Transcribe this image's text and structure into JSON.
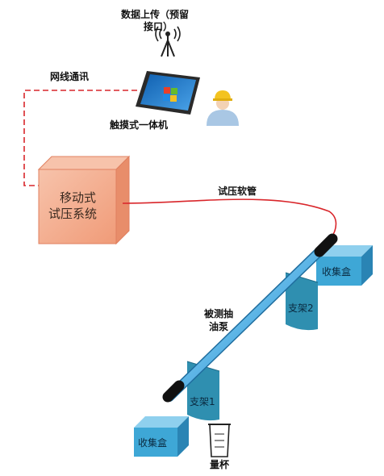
{
  "labels": {
    "upload_line1": "数据上传（预留",
    "upload_line2": "接口）",
    "network": "网线通讯",
    "tablet": "触摸式一体机",
    "system_line1": "移动式",
    "system_line2": "试压系统",
    "hose": "试压软管",
    "pump_line1": "被测抽",
    "pump_line2": "油泵",
    "box_top": "收集盒",
    "box_bottom": "收集盒",
    "stand2": "支架2",
    "stand1": "支架1",
    "cup": "量杯"
  },
  "colors": {
    "network_line": "#d9262b",
    "hose_line": "#d9262b",
    "system_box": "#f2a98a",
    "rod": "#58b4e8",
    "box_front": "#3ea7d6",
    "stand": "#2f8fb0"
  },
  "icons": [
    "antenna-icon",
    "tablet-icon",
    "worker-icon",
    "beaker-icon"
  ]
}
